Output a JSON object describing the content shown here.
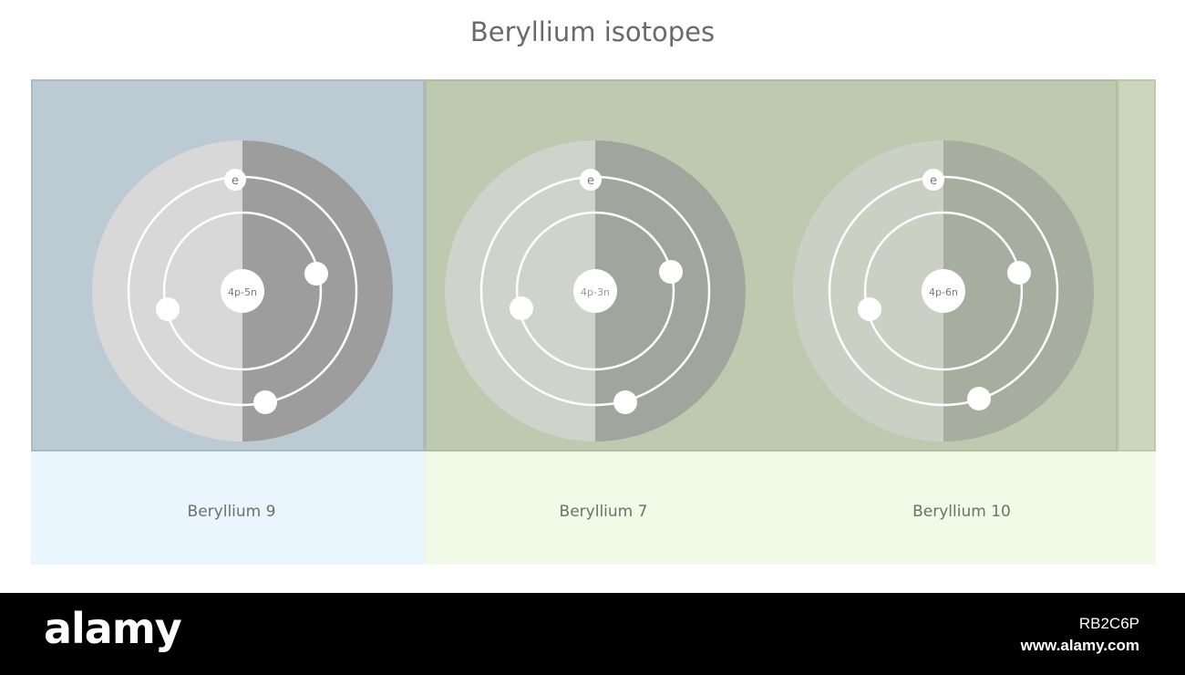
{
  "title": "Beryllium isotopes",
  "isotopes": [
    {
      "label": "Beryllium 9",
      "nucleus": "4p-5n",
      "electron_symbol": "e"
    },
    {
      "label": "Beryllium 7",
      "nucleus": "4p-3n",
      "electron_symbol": "e"
    },
    {
      "label": "Beryllium 10",
      "nucleus": "4p-6n",
      "electron_symbol": "e"
    }
  ],
  "watermark": {
    "brand": "alamy",
    "image_id": "RB2C6P",
    "url": "www.alamy.com"
  },
  "colors": {
    "panel_blue": "#bccbd3",
    "panel_green": "#bdcab0",
    "label_blue": "#e9f6fd",
    "label_green": "#f1fae6",
    "atom_light": "#d6d6d6",
    "atom_dark": "#9a9a9a"
  }
}
